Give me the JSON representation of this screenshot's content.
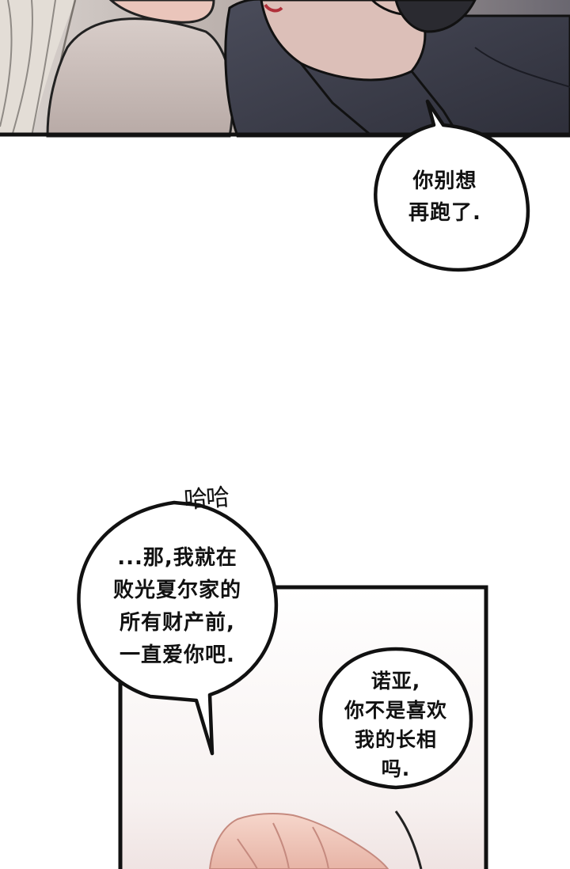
{
  "panels": {
    "top": {
      "art": "kiss-scene-illustration"
    },
    "bottom": {
      "art": "hand-reaching-illustration"
    }
  },
  "bubbles": {
    "b1": {
      "lines": [
        "你别想",
        "再跑了."
      ]
    },
    "b2": {
      "lines": [
        "...那,我就在",
        "败光夏尔家的",
        "所有财产前,",
        "一直爱你吧."
      ]
    },
    "b3": {
      "lines": [
        "诺亚,",
        "你不是喜欢",
        "我的长相",
        "吗."
      ]
    }
  },
  "sfx": {
    "text": "哈哈"
  },
  "colors": {
    "ink": "#111111",
    "paper": "#ffffff",
    "skin": "#f2c9bd",
    "suit": "#3b3d4a"
  }
}
